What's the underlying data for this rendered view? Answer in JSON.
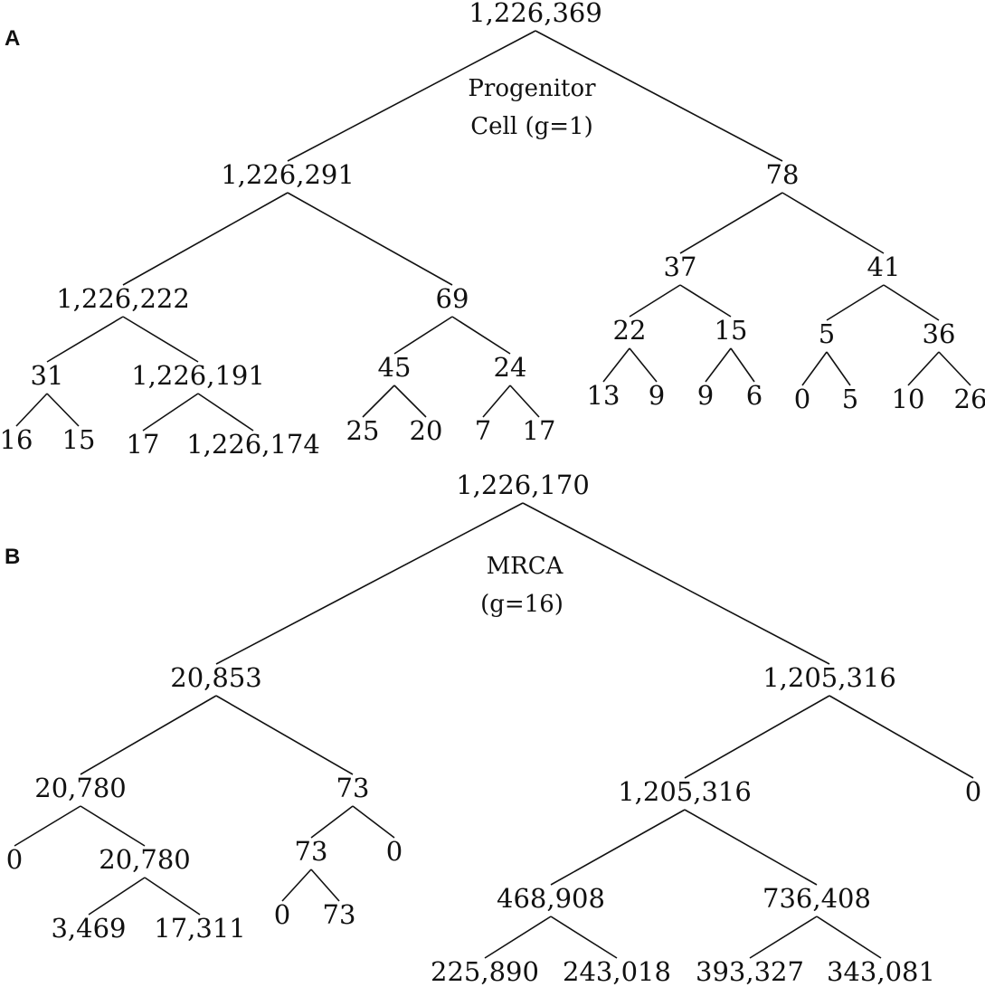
{
  "panels": [
    {
      "label": "A",
      "caption_lines": [
        "Progenitor",
        "Cell (g=1)"
      ],
      "tree": {
        "value": "1,226,369",
        "children": [
          {
            "value": "1,226,291",
            "children": [
              {
                "value": "1,226,222",
                "children": [
                  {
                    "value": "31",
                    "children": [
                      {
                        "value": "16"
                      },
                      {
                        "value": "15"
                      }
                    ]
                  },
                  {
                    "value": "1,226,191",
                    "children": [
                      {
                        "value": "17"
                      },
                      {
                        "value": "1,226,174"
                      }
                    ]
                  }
                ]
              },
              {
                "value": "69",
                "children": [
                  {
                    "value": "45",
                    "children": [
                      {
                        "value": "25"
                      },
                      {
                        "value": "20"
                      }
                    ]
                  },
                  {
                    "value": "24",
                    "children": [
                      {
                        "value": "7"
                      },
                      {
                        "value": "17"
                      }
                    ]
                  }
                ]
              }
            ]
          },
          {
            "value": "78",
            "children": [
              {
                "value": "37",
                "children": [
                  {
                    "value": "22",
                    "children": [
                      {
                        "value": "13"
                      },
                      {
                        "value": "9"
                      }
                    ]
                  },
                  {
                    "value": "15",
                    "children": [
                      {
                        "value": "9"
                      },
                      {
                        "value": "6"
                      }
                    ]
                  }
                ]
              },
              {
                "value": "41",
                "children": [
                  {
                    "value": "5",
                    "children": [
                      {
                        "value": "0"
                      },
                      {
                        "value": "5"
                      }
                    ]
                  },
                  {
                    "value": "36",
                    "children": [
                      {
                        "value": "10"
                      },
                      {
                        "value": "26"
                      }
                    ]
                  }
                ]
              }
            ]
          }
        ]
      }
    },
    {
      "label": "B",
      "caption_lines": [
        "MRCA",
        "(g=16)"
      ],
      "tree": {
        "value": "1,226,170",
        "children": [
          {
            "value": "20,853",
            "children": [
              {
                "value": "20,780",
                "children": [
                  {
                    "value": "0"
                  },
                  {
                    "value": "20,780",
                    "children": [
                      {
                        "value": "3,469"
                      },
                      {
                        "value": "17,311"
                      }
                    ]
                  }
                ]
              },
              {
                "value": "73",
                "children": [
                  {
                    "value": "73",
                    "children": [
                      {
                        "value": "0"
                      },
                      {
                        "value": "73"
                      }
                    ]
                  },
                  {
                    "value": "0"
                  }
                ]
              }
            ]
          },
          {
            "value": "1,205,316",
            "children": [
              {
                "value": "1,205,316",
                "children": [
                  {
                    "value": "468,908",
                    "children": [
                      {
                        "value": "225,890"
                      },
                      {
                        "value": "243,018"
                      }
                    ]
                  },
                  {
                    "value": "736,408",
                    "children": [
                      {
                        "value": "393,327"
                      },
                      {
                        "value": "343,081"
                      }
                    ]
                  }
                ]
              },
              {
                "value": "0"
              }
            ]
          }
        ]
      }
    }
  ]
}
